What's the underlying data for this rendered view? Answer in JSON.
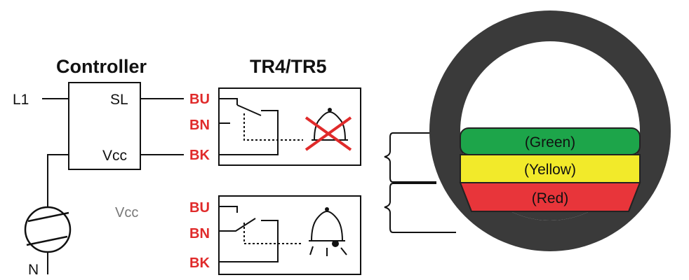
{
  "controller": {
    "title": "Controller",
    "sl_label": "SL",
    "vcc_label": "Vcc",
    "l1_label": "L1",
    "n_label": "N"
  },
  "relay": {
    "title": "TR4/TR5",
    "pin_color": "#e02a2a",
    "top_pins": [
      "BU",
      "BN",
      "BK"
    ],
    "bottom_pins": [
      "BU",
      "BN",
      "BK"
    ],
    "vcc_label": "Vcc",
    "top_icon": "bell-crossed-icon",
    "bottom_icon": "bell-ringing-icon"
  },
  "sight_glass": {
    "ring_color": "#3a3a3a",
    "bands": [
      {
        "label": "(Green)",
        "color": "#1da54a"
      },
      {
        "label": "(Yellow)",
        "color": "#f2ea2a"
      },
      {
        "label": "(Red)",
        "color": "#e8353a"
      }
    ]
  }
}
